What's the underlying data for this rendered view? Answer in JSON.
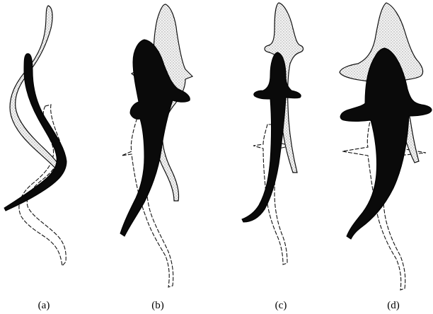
{
  "panels": [
    {
      "id": "a",
      "label": "(a)"
    },
    {
      "id": "b",
      "label": "(b)"
    },
    {
      "id": "c",
      "label": "(c)"
    },
    {
      "id": "d",
      "label": "(d)"
    }
  ],
  "colors": {
    "solid_fish": "#0a0a0a",
    "stippled_fish": "#ececec",
    "outline": "#111111",
    "background": "#ffffff"
  }
}
